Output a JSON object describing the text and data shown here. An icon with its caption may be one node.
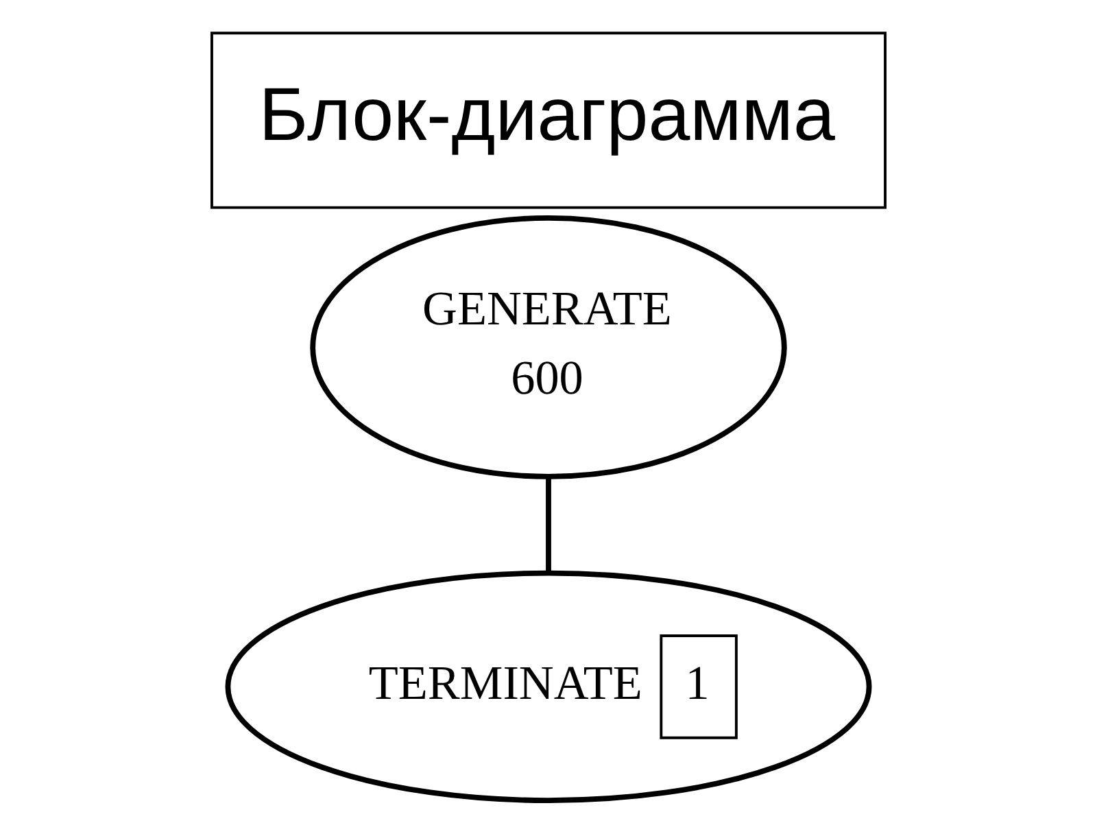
{
  "diagram": {
    "title": "Блок-диаграмма",
    "nodes": [
      {
        "text": [
          "GENERATE",
          "600"
        ]
      },
      {
        "text": [
          "TERMINATE",
          "1"
        ]
      }
    ],
    "edges": [
      {
        "from": 0,
        "to": 1,
        "arrow": "none"
      }
    ]
  }
}
